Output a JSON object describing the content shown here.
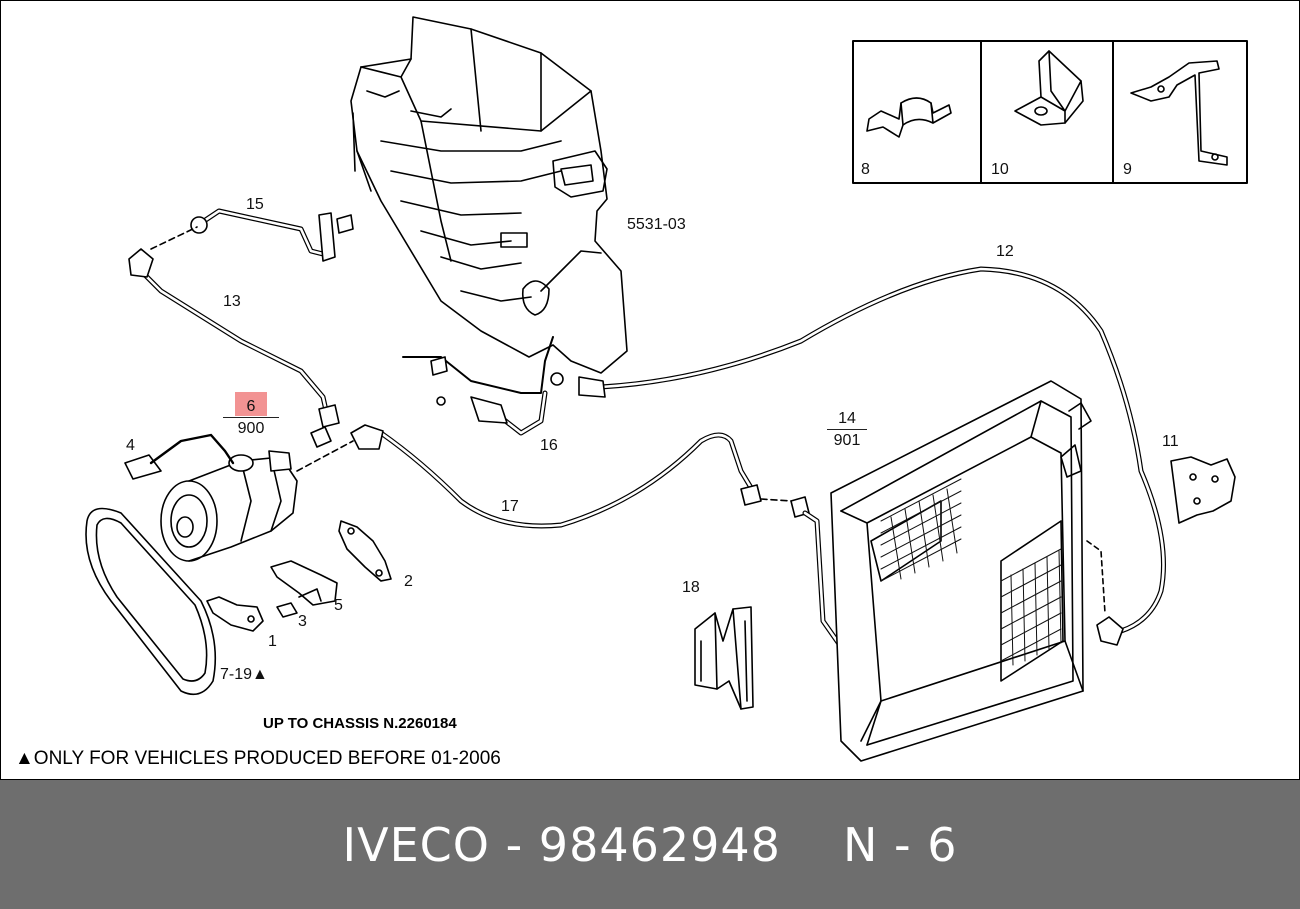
{
  "diagram": {
    "ref_code": "5531-03",
    "parts": {
      "p1": "1",
      "p2": "2",
      "p3": "3",
      "p4": "4",
      "p5": "5",
      "p6_num": "6",
      "p6_den": "900",
      "p8": "8",
      "p9": "9",
      "p10": "10",
      "p11": "11",
      "p12": "12",
      "p13": "13",
      "p14_num": "14",
      "p14_den": "901",
      "p15": "15",
      "p16": "16",
      "p17": "17",
      "p18": "18",
      "p7_19": "7-19▲"
    },
    "notes": {
      "chassis": "UP TO CHASSIS N.2260184",
      "vehicles": "▲ONLY FOR VEHICLES PRODUCED BEFORE 01-2006"
    },
    "highlight_color": "#f08080"
  },
  "footer": {
    "part_ref": "IVECO - 98462948",
    "position": "N - 6",
    "background": "#6e6e6e"
  }
}
